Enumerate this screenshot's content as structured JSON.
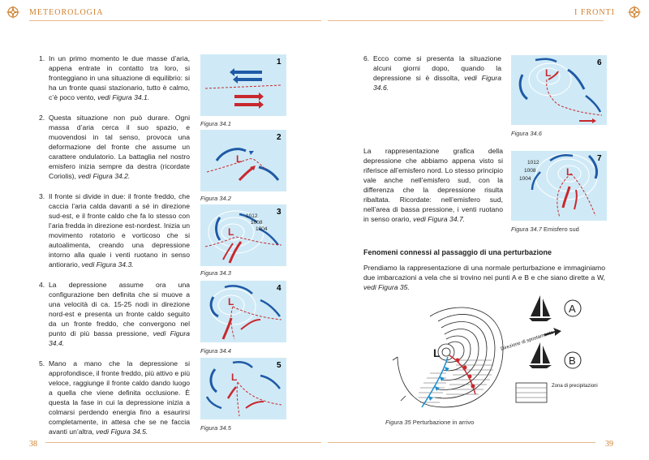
{
  "header": {
    "left_title": "METEOROLOGIA",
    "right_title": "I FRONTI"
  },
  "footer": {
    "left_page": "38",
    "right_page": "39"
  },
  "left_items": [
    {
      "num": "1.",
      "text": "In un primo momento le due masse d’aria, appena entrate in contatto tra loro, si fronteggiano in una situazione di equilibrio: si ha un fronte quasi stazionario, tutto è calmo, c’è poco vento,",
      "ref": "vedi Figura 34.1."
    },
    {
      "num": "2.",
      "text": "Questa situazione non può durare. Ogni massa d’aria cerca il suo spazio, e muovendosi in tal senso, provoca una deformazione del fronte che assume un carattere ondulatorio. La battaglia nel nostro emisfero inizia sempre da destra (ricordate Coriolis),",
      "ref": "vedi Figura 34.2."
    },
    {
      "num": "3.",
      "text": "Il fronte si divide in due: il fronte freddo, che caccia l’aria calda davanti a sé in direzione sud-est, e il fronte caldo che fa lo stesso con l’aria fredda in direzione est-nordest. Inizia un movimento rotatorio e vorticoso che si autoalimenta, creando una depressione intorno alla quale i venti ruotano in senso antiorario,",
      "ref": "vedi Figura 34.3."
    },
    {
      "num": "4.",
      "text": "La depressione assume ora una configurazione ben definita che si muove a una velocità di ca. 15-25 nodi in direzione nord-est e presenta un fronte caldo seguito da un fronte freddo, che convergono nel punto di più bassa pressione,",
      "ref": "vedi Figura 34.4."
    },
    {
      "num": "5.",
      "text": "Mano a mano che la depressione si approfondisce, il fronte freddo, più attivo e più veloce, raggiunge il fronte caldo dando luogo a quella che viene definita occlusione. È questa la fase in cui la depressione inizia a colmarsi perdendo energia fino a esaurirsi completamente, in attesa che se ne faccia avanti un’altra,",
      "ref": "vedi Figura 34.5."
    }
  ],
  "figures": {
    "f1": {
      "caption": "Figura 34.1",
      "number": "1"
    },
    "f2": {
      "caption": "Figura 34.2",
      "number": "2"
    },
    "f3": {
      "caption": "Figura 34.3",
      "number": "3",
      "isobars": [
        "1012",
        "1008",
        "1004"
      ],
      "low": "L"
    },
    "f4": {
      "caption": "Figura 34.4",
      "number": "4",
      "low": "L"
    },
    "f5": {
      "caption": "Figura 34.5",
      "number": "5",
      "low": "L"
    },
    "f6": {
      "caption": "Figura 34.6",
      "number": "6",
      "low": "L"
    },
    "f7": {
      "caption": "Figura 34.7",
      "caption_extra": "Emisfero sud",
      "number": "7",
      "isobars": [
        "1012",
        "1008",
        "1004"
      ],
      "low": "L"
    },
    "f35": {
      "caption": "Figura 35",
      "caption_extra": "Perturbazione in arrivo",
      "low": "L",
      "boat_a": "A",
      "boat_b": "B",
      "direction_label": "Direzione di spostamento",
      "legend_label": "Zona di precipitazioni"
    }
  },
  "item6": {
    "num": "6.",
    "text": "Ecco come si presenta la situazione alcuni giorni dopo, quando la depressione si è dissolta,",
    "ref": "vedi Figura 34.6."
  },
  "para_south": {
    "text": "La rappresentazione grafica della depressione che abbiamo appena visto si riferisce all’emisfero nord. Lo stesso principio vale anche nell’emisfero sud, con la differenza che la depressione risulta ribaltata. Ricordate: nell’emisfero sud, nell’area di bassa pressione, i venti ruotano in senso orario,",
    "ref": "vedi Figura 34.7."
  },
  "section": {
    "title": "Fenomeni connessi al passaggio di una perturbazione"
  },
  "para_boats": {
    "text": "Prendiamo la rappresentazione di una normale perturbazione e immaginiamo due imbarcazioni a vela che si trovino nei punti A e B e che siano dirette a W,",
    "ref": "vedi Figura 35."
  },
  "colors": {
    "accent": "#d0802d",
    "cold": "#1f5aa6",
    "warm": "#c8282e",
    "sea": "#cfeaf6"
  }
}
